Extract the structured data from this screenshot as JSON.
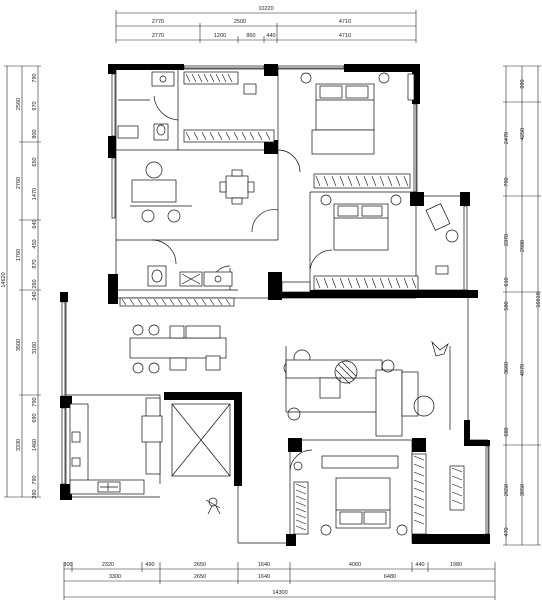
{
  "dimensions": {
    "top": {
      "overall": "10220",
      "row1": [
        "2770",
        "2500",
        "4710"
      ],
      "row2": [
        "2770",
        "1200",
        "860",
        "440",
        "4710"
      ]
    },
    "bottom": {
      "row1": [
        "300",
        "2320",
        "490",
        "2650",
        "1640",
        "4060",
        "440",
        "1980"
      ],
      "row2": [
        "3300",
        "2650",
        "1640",
        "6480"
      ],
      "overall": "14300"
    },
    "left": {
      "overall": "14620",
      "row1": [
        "2560",
        "2760",
        "1760",
        "3500",
        "3330"
      ],
      "row2": [
        "790",
        "970",
        "800",
        "650",
        "1470",
        "640",
        "450",
        "870",
        "260",
        "240",
        "3160",
        "790",
        "690",
        "1460",
        "790",
        "280"
      ]
    },
    "right": {
      "overall": "16610",
      "row1": [
        "990",
        "4250",
        "2980",
        "4970",
        "3950"
      ],
      "row2": [
        "2470",
        "790",
        "2370",
        "610",
        "580",
        "3660",
        "680",
        "2650",
        "470"
      ]
    }
  }
}
